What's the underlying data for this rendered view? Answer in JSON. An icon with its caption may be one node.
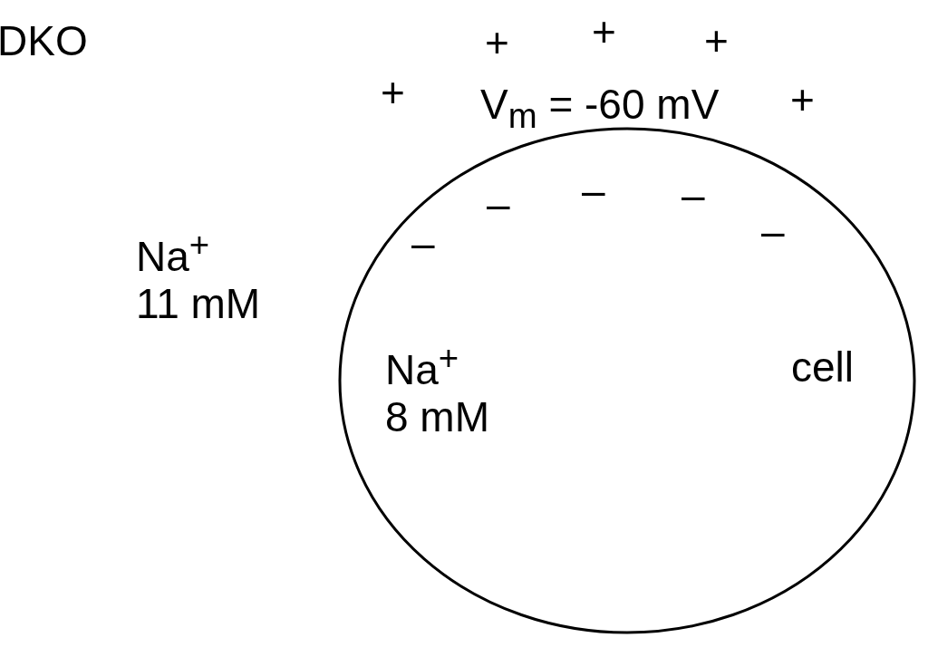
{
  "diagram": {
    "nodes": [
      {
        "text": [
          "Na$^{+}$ 8 mM",
          "cell"
        ]
      }
    ],
    "labels": [
      "DKO",
      "+",
      "+",
      "+",
      "+",
      "V$_{m}$ = -60 mV",
      "+",
      "–",
      "–",
      "–",
      "–",
      "–",
      "Na$^{+}$ 11 mM"
    ]
  }
}
